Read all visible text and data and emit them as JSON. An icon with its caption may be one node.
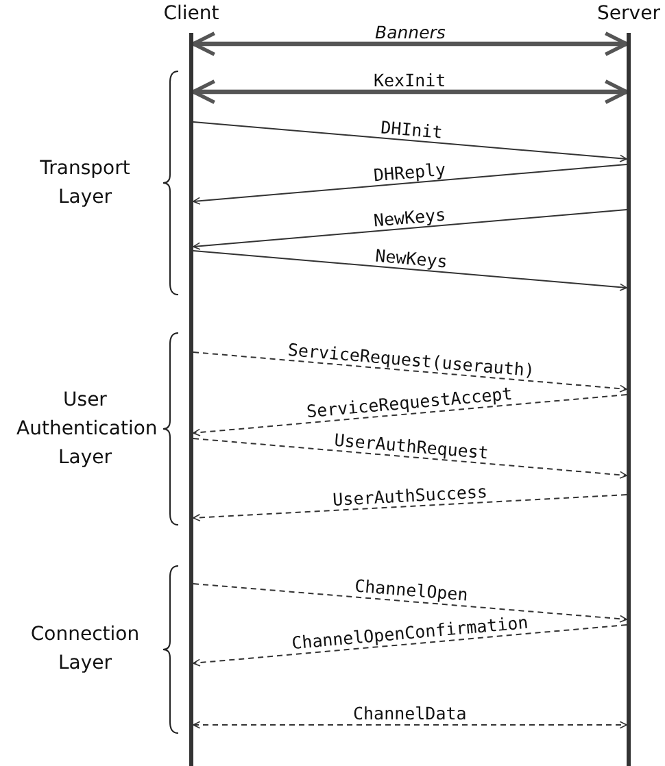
{
  "diagram": {
    "nodes": [
      {
        "text": [
          "Client"
        ]
      },
      {
        "text": [
          "Server"
        ]
      }
    ],
    "edges": [
      {
        "from": 0,
        "to": 1,
        "arrow": "both",
        "label": "*Banners*",
        "style": "thick",
        "color": "#555555"
      },
      {
        "from": 0,
        "to": 1,
        "arrow": "both",
        "label": "KexInit",
        "style": "thick",
        "color": "#555555"
      },
      {
        "from": 0,
        "to": 1,
        "arrow": "to",
        "label": "DHInit"
      },
      {
        "from": 1,
        "to": 0,
        "arrow": "to",
        "label": "DHReply"
      },
      {
        "from": 1,
        "to": 0,
        "arrow": "to",
        "label": "NewKeys"
      },
      {
        "from": 0,
        "to": 1,
        "arrow": "to",
        "label": "NewKeys"
      },
      {
        "from": 0,
        "to": 1,
        "arrow": "to",
        "label": "ServiceRequest(userauth)",
        "style": "dashed"
      },
      {
        "from": 1,
        "to": 0,
        "arrow": "to",
        "label": "ServiceRequestAccept",
        "style": "dashed"
      },
      {
        "from": 0,
        "to": 1,
        "arrow": "to",
        "label": "UserAuthRequest",
        "style": "dashed"
      },
      {
        "from": 1,
        "to": 0,
        "arrow": "to",
        "label": "UserAuthSuccess",
        "style": "dashed"
      },
      {
        "from": 0,
        "to": 1,
        "arrow": "to",
        "label": "ChannelOpen",
        "style": "dashed"
      },
      {
        "from": 1,
        "to": 0,
        "arrow": "to",
        "label": "ChannelOpenConfirmation",
        "style": "dashed"
      },
      {
        "from": 0,
        "to": 1,
        "arrow": "both",
        "label": "ChannelData",
        "style": "dashed"
      }
    ],
    "labels": [
      "Transport Layer",
      "User Authentication Layer",
      "Connection Layer"
    ]
  }
}
